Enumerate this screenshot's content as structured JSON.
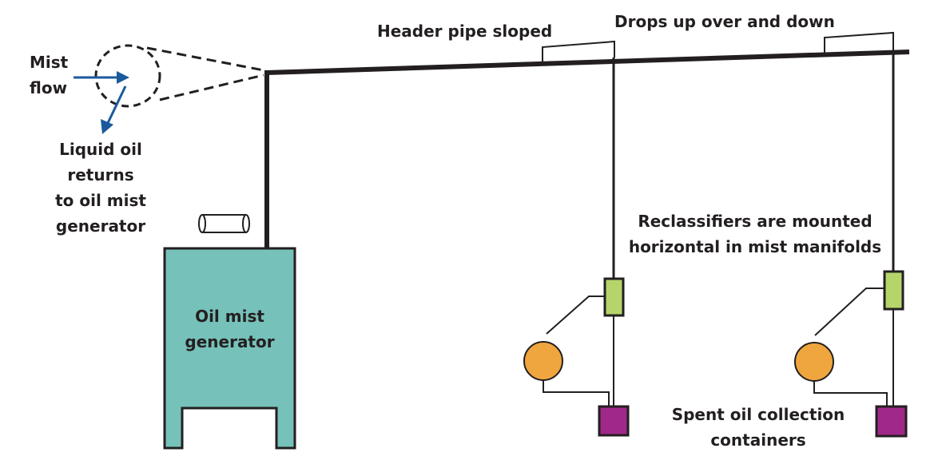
{
  "labels": {
    "mist_flow": [
      "Mist",
      "flow"
    ],
    "liquid_oil": [
      "Liquid oil",
      "returns",
      "to oil mist",
      "generator"
    ],
    "header_pipe": "Header pipe sloped",
    "drops": "Drops up over and down",
    "reclassifiers": [
      "Reclassifiers are mounted",
      "horizontal in mist manifolds"
    ],
    "generator": [
      "Oil mist",
      "generator"
    ],
    "spent_oil": [
      "Spent oil collection",
      "containers"
    ]
  },
  "colors": {
    "generator_fill": "#76c1b9",
    "pipe": "#231f20",
    "arrow": "#1a5a9c",
    "reclassifier_fill": "#b5d56a",
    "oil_circle_fill": "#f0a63f",
    "container_fill": "#a0288a"
  }
}
